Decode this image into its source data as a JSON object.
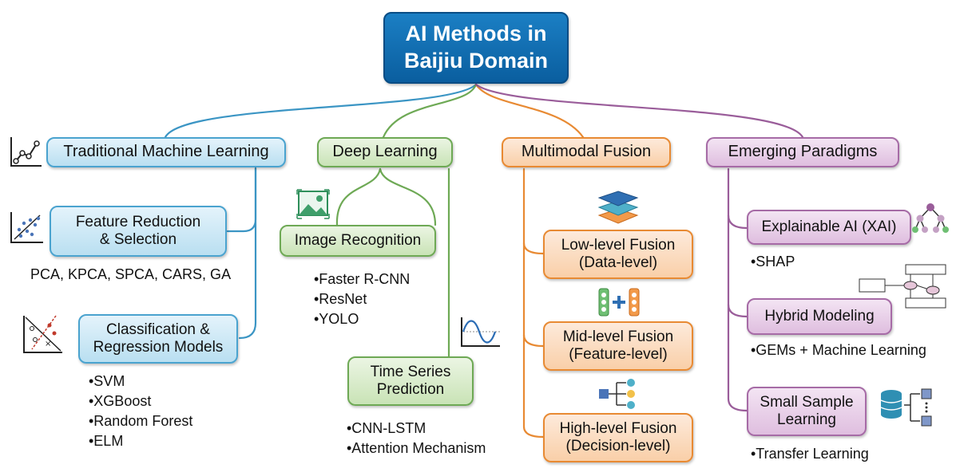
{
  "root": {
    "title": "AI Methods in\nBaijiu Domain"
  },
  "categories": {
    "traditional": {
      "label": "Traditional Machine Learning",
      "feature_box": "Feature Reduction\n& Selection",
      "feature_methods": "PCA, KPCA, SPCA, CARS, GA",
      "classification_box": "Classification &\nRegression Models",
      "classification_methods": [
        "•SVM",
        "•XGBoost",
        "•Random Forest",
        "•ELM"
      ]
    },
    "deep": {
      "label": "Deep Learning",
      "image_box": "Image Recognition",
      "image_methods": [
        "•Faster R-CNN",
        "•ResNet",
        "•YOLO"
      ],
      "timeseries_box": "Time Series\nPrediction",
      "timeseries_methods": [
        "•CNN-LSTM",
        "•Attention Mechanism"
      ]
    },
    "multimodal": {
      "label": "Multimodal Fusion",
      "low_box": "Low-level Fusion\n(Data-level)",
      "mid_box": "Mid-level Fusion\n(Feature-level)",
      "high_box": "High-level Fusion\n(Decision-level)"
    },
    "emerging": {
      "label": "Emerging Paradigms",
      "xai_box": "Explainable AI (XAI)",
      "xai_methods": "•SHAP",
      "hybrid_box": "Hybrid Modeling",
      "hybrid_methods": "•GEMs + Machine Learning",
      "small_box": "Small Sample\nLearning",
      "small_methods": "•Transfer Learning"
    }
  },
  "colors": {
    "blue": "#3b95c4",
    "green": "#6ea955",
    "orange": "#e88a33",
    "purple": "#9a5d9a",
    "root": "#0a5e9f"
  },
  "icons": [
    "line-chart-icon",
    "scatter-plot-icon",
    "classification-plot-icon",
    "image-icon",
    "sine-wave-icon",
    "layers-icon",
    "feature-fusion-icon",
    "decision-tree-icon",
    "tree-diagram-icon",
    "hybrid-model-diagram-icon",
    "database-icon"
  ]
}
